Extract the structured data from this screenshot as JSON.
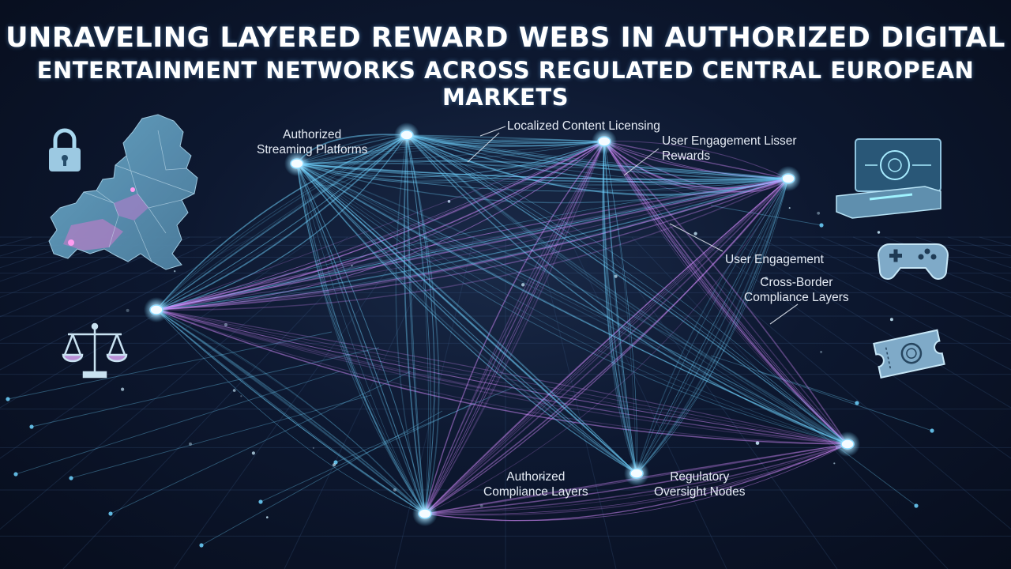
{
  "title": {
    "line1": "UNRAVELING LAYERED REWARD WEBS IN AUTHORIZED DIGITAL",
    "line2": "ENTERTAINMENT NETWORKS ACROSS REGULATED CENTRAL EUROPEAN MARKETS"
  },
  "labels": {
    "streaming": "Authorized\nStreaming Platforms",
    "licensing": "Localized Content Licensing",
    "rewards": "User Engagement Lisser\nRewards",
    "engagement": "User Engagement",
    "crossborder": "Cross-Border\nCompliance Layers",
    "compliance": "Authorized\nCompliance Layers",
    "oversight": "Regulatory\nOversight Nodes"
  },
  "icons": [
    "europe-map-icon",
    "padlock-icon",
    "scales-of-justice-icon",
    "gaming-console-icon",
    "gamepad-icon",
    "ticket-icon"
  ],
  "colors": {
    "background": "#0b1428",
    "cyan": "#6fd3ff",
    "magenta": "#d68cff",
    "node": "#ffffff"
  }
}
